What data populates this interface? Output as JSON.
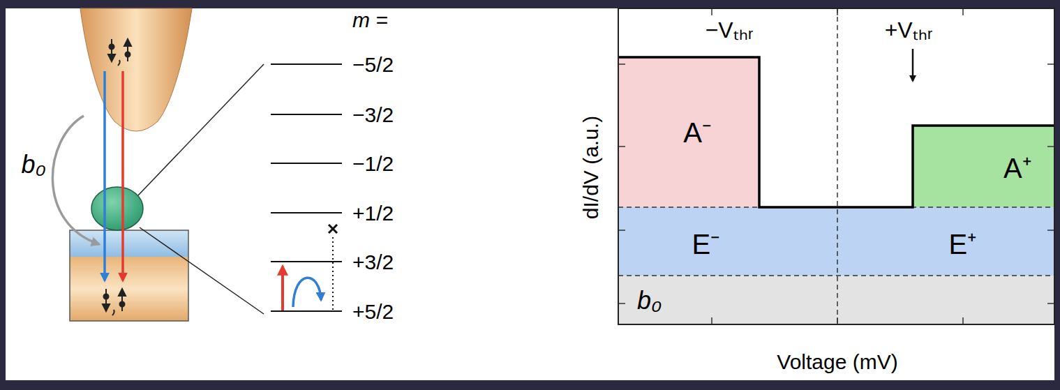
{
  "diagram": {
    "nodes": [
      {
        "text": [
          "A⁻"
        ]
      },
      {
        "text": [
          "A⁺"
        ]
      },
      {
        "text": [
          "E⁻",
          "E⁺"
        ]
      },
      {
        "text": [
          "b₀"
        ]
      }
    ],
    "labels": [
      "b₀",
      "m =",
      "−5/2",
      "−3/2",
      "−1/2",
      "+1/2",
      "+3/2",
      "+5/2",
      "−Vₜₕᵣ",
      "+Vₜₕᵣ",
      "dI/dV (a.u.)",
      "Voltage (mV)"
    ]
  }
}
